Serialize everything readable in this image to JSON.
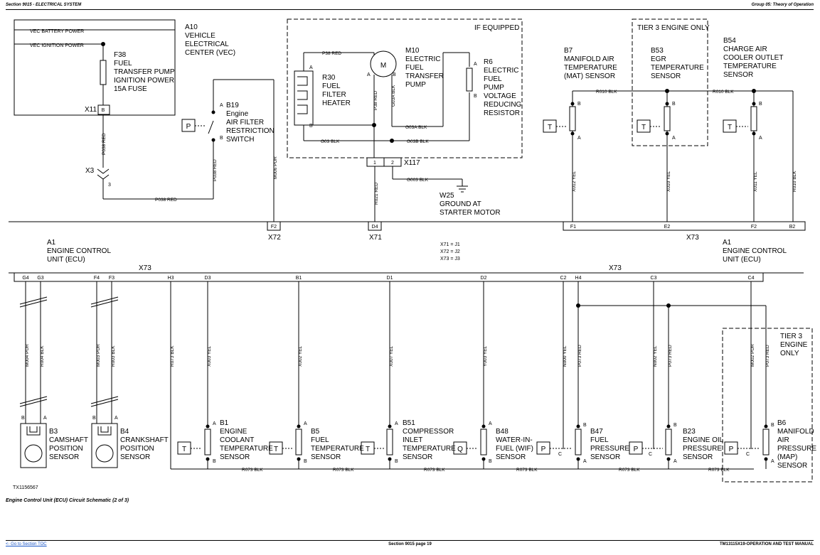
{
  "header": {
    "section": "Section 9015 - ELECTRICAL SYSTEM",
    "group": "Group 05: Theory of Operation"
  },
  "caption": "Engine Control Unit (ECU) Circuit Schematic (2 of 3)",
  "figure_id": "TX1156567",
  "footer": {
    "toc_link": "<- Go to Section TOC",
    "page": "Section 9015 page 19",
    "manual": "TM13115X19-OPERATION AND TEST MANUAL"
  },
  "labels": {
    "vec_battery": "VEC BATTERY POWER",
    "vec_ignition": "VEC IGNITION POWER",
    "a10": [
      "A10",
      "VEHICLE",
      "ELECTRICAL",
      "CENTER (VEC)"
    ],
    "f38": [
      "F38",
      "FUEL",
      "TRANSFER PUMP",
      "IGNITION POWER",
      "15A FUSE"
    ],
    "x11": "X11",
    "x3": "X3",
    "b19": [
      "B19",
      "Engine",
      "AIR FILTER",
      "RESTRICTION",
      "SWITCH"
    ],
    "if_equipped": "IF EQUIPPED",
    "r30": [
      "R30",
      "FUEL",
      "FILTER",
      "HEATER"
    ],
    "m10": [
      "M10",
      "ELECTRIC",
      "FUEL",
      "TRANSFER",
      "PUMP"
    ],
    "r6": [
      "R6",
      "ELECTRIC",
      "FUEL",
      "PUMP",
      "VOLTAGE",
      "REDUCING",
      "RESISTOR"
    ],
    "x117": "X117",
    "w25": [
      "W25",
      "GROUND AT",
      "STARTER MOTOR"
    ],
    "tier3_top": "TIER 3 ENGINE ONLY",
    "b7": [
      "B7",
      "MANIFOLD AIR",
      "TEMPERATURE",
      "(MAT) SENSOR"
    ],
    "b53": [
      "B53",
      "EGR",
      "TEMPERATURE",
      "SENSOR"
    ],
    "b54": [
      "B54",
      "CHARGE AIR",
      "COOLER OUTLET",
      "TEMPERATURE",
      "SENSOR"
    ],
    "x72": "X72",
    "x71": "X71",
    "x73": "X73",
    "a1": [
      "A1",
      "ENGINE CONTROL",
      "UNIT (ECU)"
    ],
    "legend": [
      "X71 = J1",
      "X72 = J2",
      "X73 = J3"
    ],
    "b3": [
      "B3",
      "CAMSHAFT",
      "POSITION",
      "SENSOR"
    ],
    "b4": [
      "B4",
      "CRANKSHAFT",
      "POSITION",
      "SENSOR"
    ],
    "b1": [
      "B1",
      "ENGINE",
      "COOLANT",
      "TEMPERATURE",
      "SENSOR"
    ],
    "b5": [
      "B5",
      "FUEL",
      "TEMPERATURE",
      "SENSOR"
    ],
    "b51": [
      "B51",
      "COMPRESSOR",
      "INLET",
      "TEMPERATURE",
      "SENSOR"
    ],
    "b48": [
      "B48",
      "WATER-IN-",
      "FUEL (WIF)",
      "SENSOR"
    ],
    "b47": [
      "B47",
      "FUEL",
      "PRESSURE",
      "SENSOR"
    ],
    "b23": [
      "B23",
      "ENGINE OIL",
      "PRESSURE",
      "SENSOR"
    ],
    "tier3_bottom": [
      "TIER 3",
      "ENGINE",
      "ONLY"
    ],
    "b6": [
      "B6",
      "MANIFOLD",
      "AIR",
      "PRESSURE",
      "(MAP)",
      "SENSOR"
    ]
  },
  "wires": {
    "p038": "P038 RED",
    "p38": "P38 RED",
    "g03": "G03 BLK",
    "g03a": "G03A BLK",
    "g03b": "G03B BLK",
    "g003": "G003 BLK",
    "m006": "M006 PUR",
    "r021": "R021 RED",
    "r010": "R010 BLK",
    "x012": "X012 YEL",
    "x010": "X010 YEL",
    "x011": "X011 YEL",
    "m004": "M004 PUR",
    "r004": "R004 BLK",
    "m003": "M003 PUR",
    "r003": "R003 BLK",
    "r073": "R073 BLK",
    "x003": "X003 YEL",
    "x002": "X002 YEL",
    "x007": "X007 YEL",
    "y003": "Y003 YEL",
    "n000": "N000 YEL",
    "p073": "P073 RED",
    "n002": "N002 YEL",
    "m002": "M002 PUR"
  },
  "pins": {
    "top_x73": [
      "F1",
      "E2",
      "F2",
      "B2"
    ],
    "ecu_pins": [
      "G4",
      "G3",
      "F4",
      "F3",
      "H3",
      "D3",
      "B1",
      "D1",
      "D2",
      "C2",
      "H4",
      "C3",
      "C4"
    ],
    "f2": "F2",
    "d4": "D4",
    "b": "B",
    "a": "A",
    "c": "C",
    "one": "1",
    "two": "2",
    "three": "3",
    "t": "T",
    "p": "P",
    "q": "Q",
    "m": "M"
  }
}
